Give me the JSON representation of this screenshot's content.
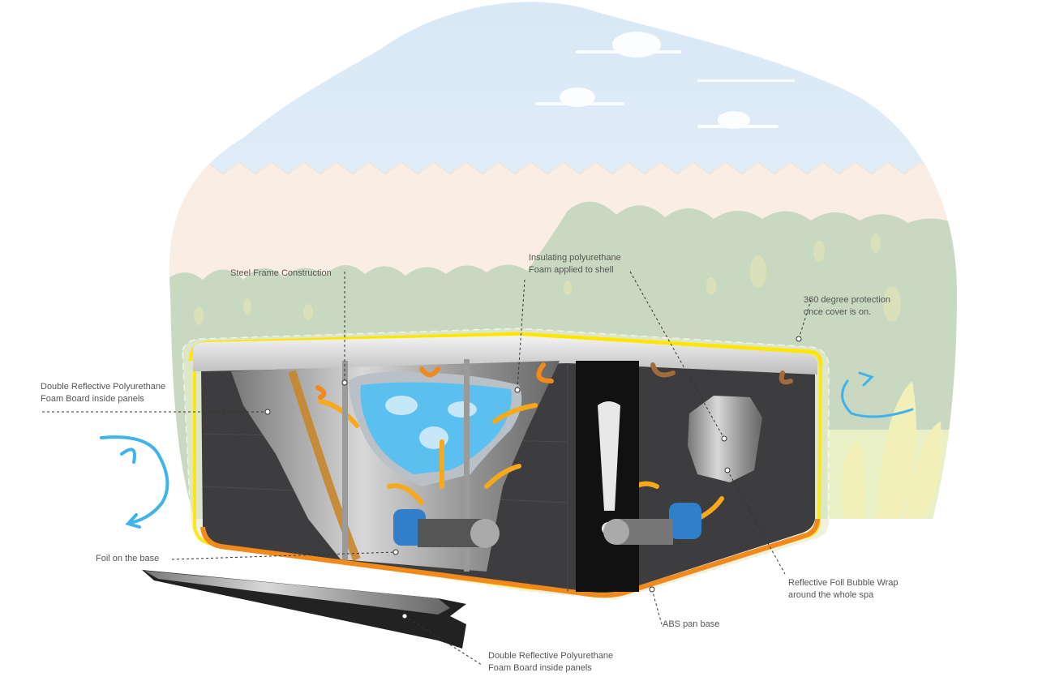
{
  "labels": {
    "steel_frame": "Steel Frame Construction",
    "insulating_foam": [
      "Insulating polyurethane",
      "Foam applied to shell"
    ],
    "protection_360": [
      "360 degree protection",
      "once cover is on."
    ],
    "foam_board_panels": [
      "Double Reflective Polyurethane",
      "Foam Board inside panels"
    ],
    "foil_base": "Foil on the base",
    "bubble_wrap": [
      "Reflective Foil Bubble Wrap",
      "around the whole spa"
    ],
    "abs_base": "ABS pan base",
    "foam_board_bottom": [
      "Double Reflective Polyurethane",
      "Foam Board inside panels"
    ]
  },
  "colors": {
    "sky": "#e3eef8",
    "fence": "#f9ece2",
    "bushes": "#c9d8c0",
    "tub_body": "#3d3d3f",
    "cover_outline": "#ffe600",
    "base_outline": "#f08a1c",
    "water": "#5bbfef",
    "arrow_blue": "#3fb3ea",
    "label_text": "#555555"
  }
}
